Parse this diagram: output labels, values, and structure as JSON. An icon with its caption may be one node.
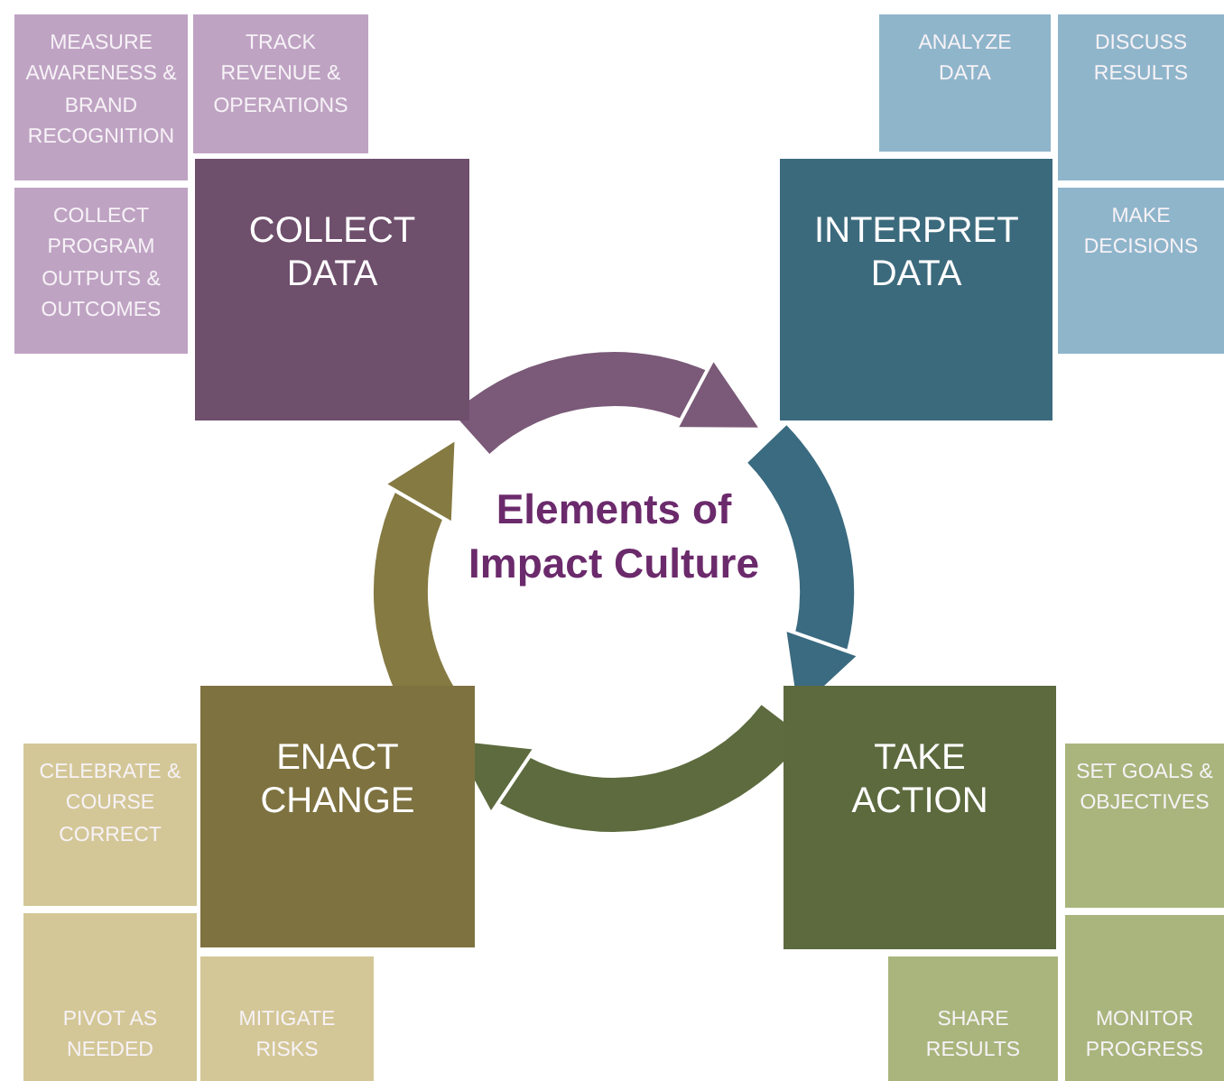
{
  "diagram": {
    "title": "Elements of Impact Culture",
    "nodes": [
      {
        "text": [
          "COLLECT DATA"
        ]
      },
      {
        "text": [
          "MEASURE AWARENESS & BRAND RECOGNITION"
        ]
      },
      {
        "text": [
          "TRACK REVENUE & OPERATIONS"
        ]
      },
      {
        "text": [
          "COLLECT PROGRAM OUTPUTS & OUTCOMES"
        ]
      },
      {
        "text": [
          "INTERPRET DATA"
        ]
      },
      {
        "text": [
          "ANALYZE DATA"
        ]
      },
      {
        "text": [
          "DISCUSS RESULTS"
        ]
      },
      {
        "text": [
          "MAKE DECISIONS"
        ]
      },
      {
        "text": [
          "TAKE ACTION"
        ]
      },
      {
        "text": [
          "SET GOALS & OBJECTIVES"
        ]
      },
      {
        "text": [
          "SHARE RESULTS"
        ]
      },
      {
        "text": [
          "MONITOR PROGRESS"
        ]
      },
      {
        "text": [
          "ENACT CHANGE"
        ]
      },
      {
        "text": [
          "CELEBRATE & COURSE CORRECT"
        ]
      },
      {
        "text": [
          "PIVOT AS NEEDED"
        ]
      },
      {
        "text": [
          "MITIGATE RISKS"
        ]
      }
    ],
    "edges": [
      {
        "from": 0,
        "to": 4,
        "arrow": "to",
        "color": "#7a5a78"
      },
      {
        "from": 4,
        "to": 8,
        "arrow": "to",
        "color": "#3a6b80"
      },
      {
        "from": 8,
        "to": 12,
        "arrow": "to",
        "color": "#5d6b3e"
      },
      {
        "from": 12,
        "to": 0,
        "arrow": "to",
        "color": "#857a42"
      }
    ]
  }
}
